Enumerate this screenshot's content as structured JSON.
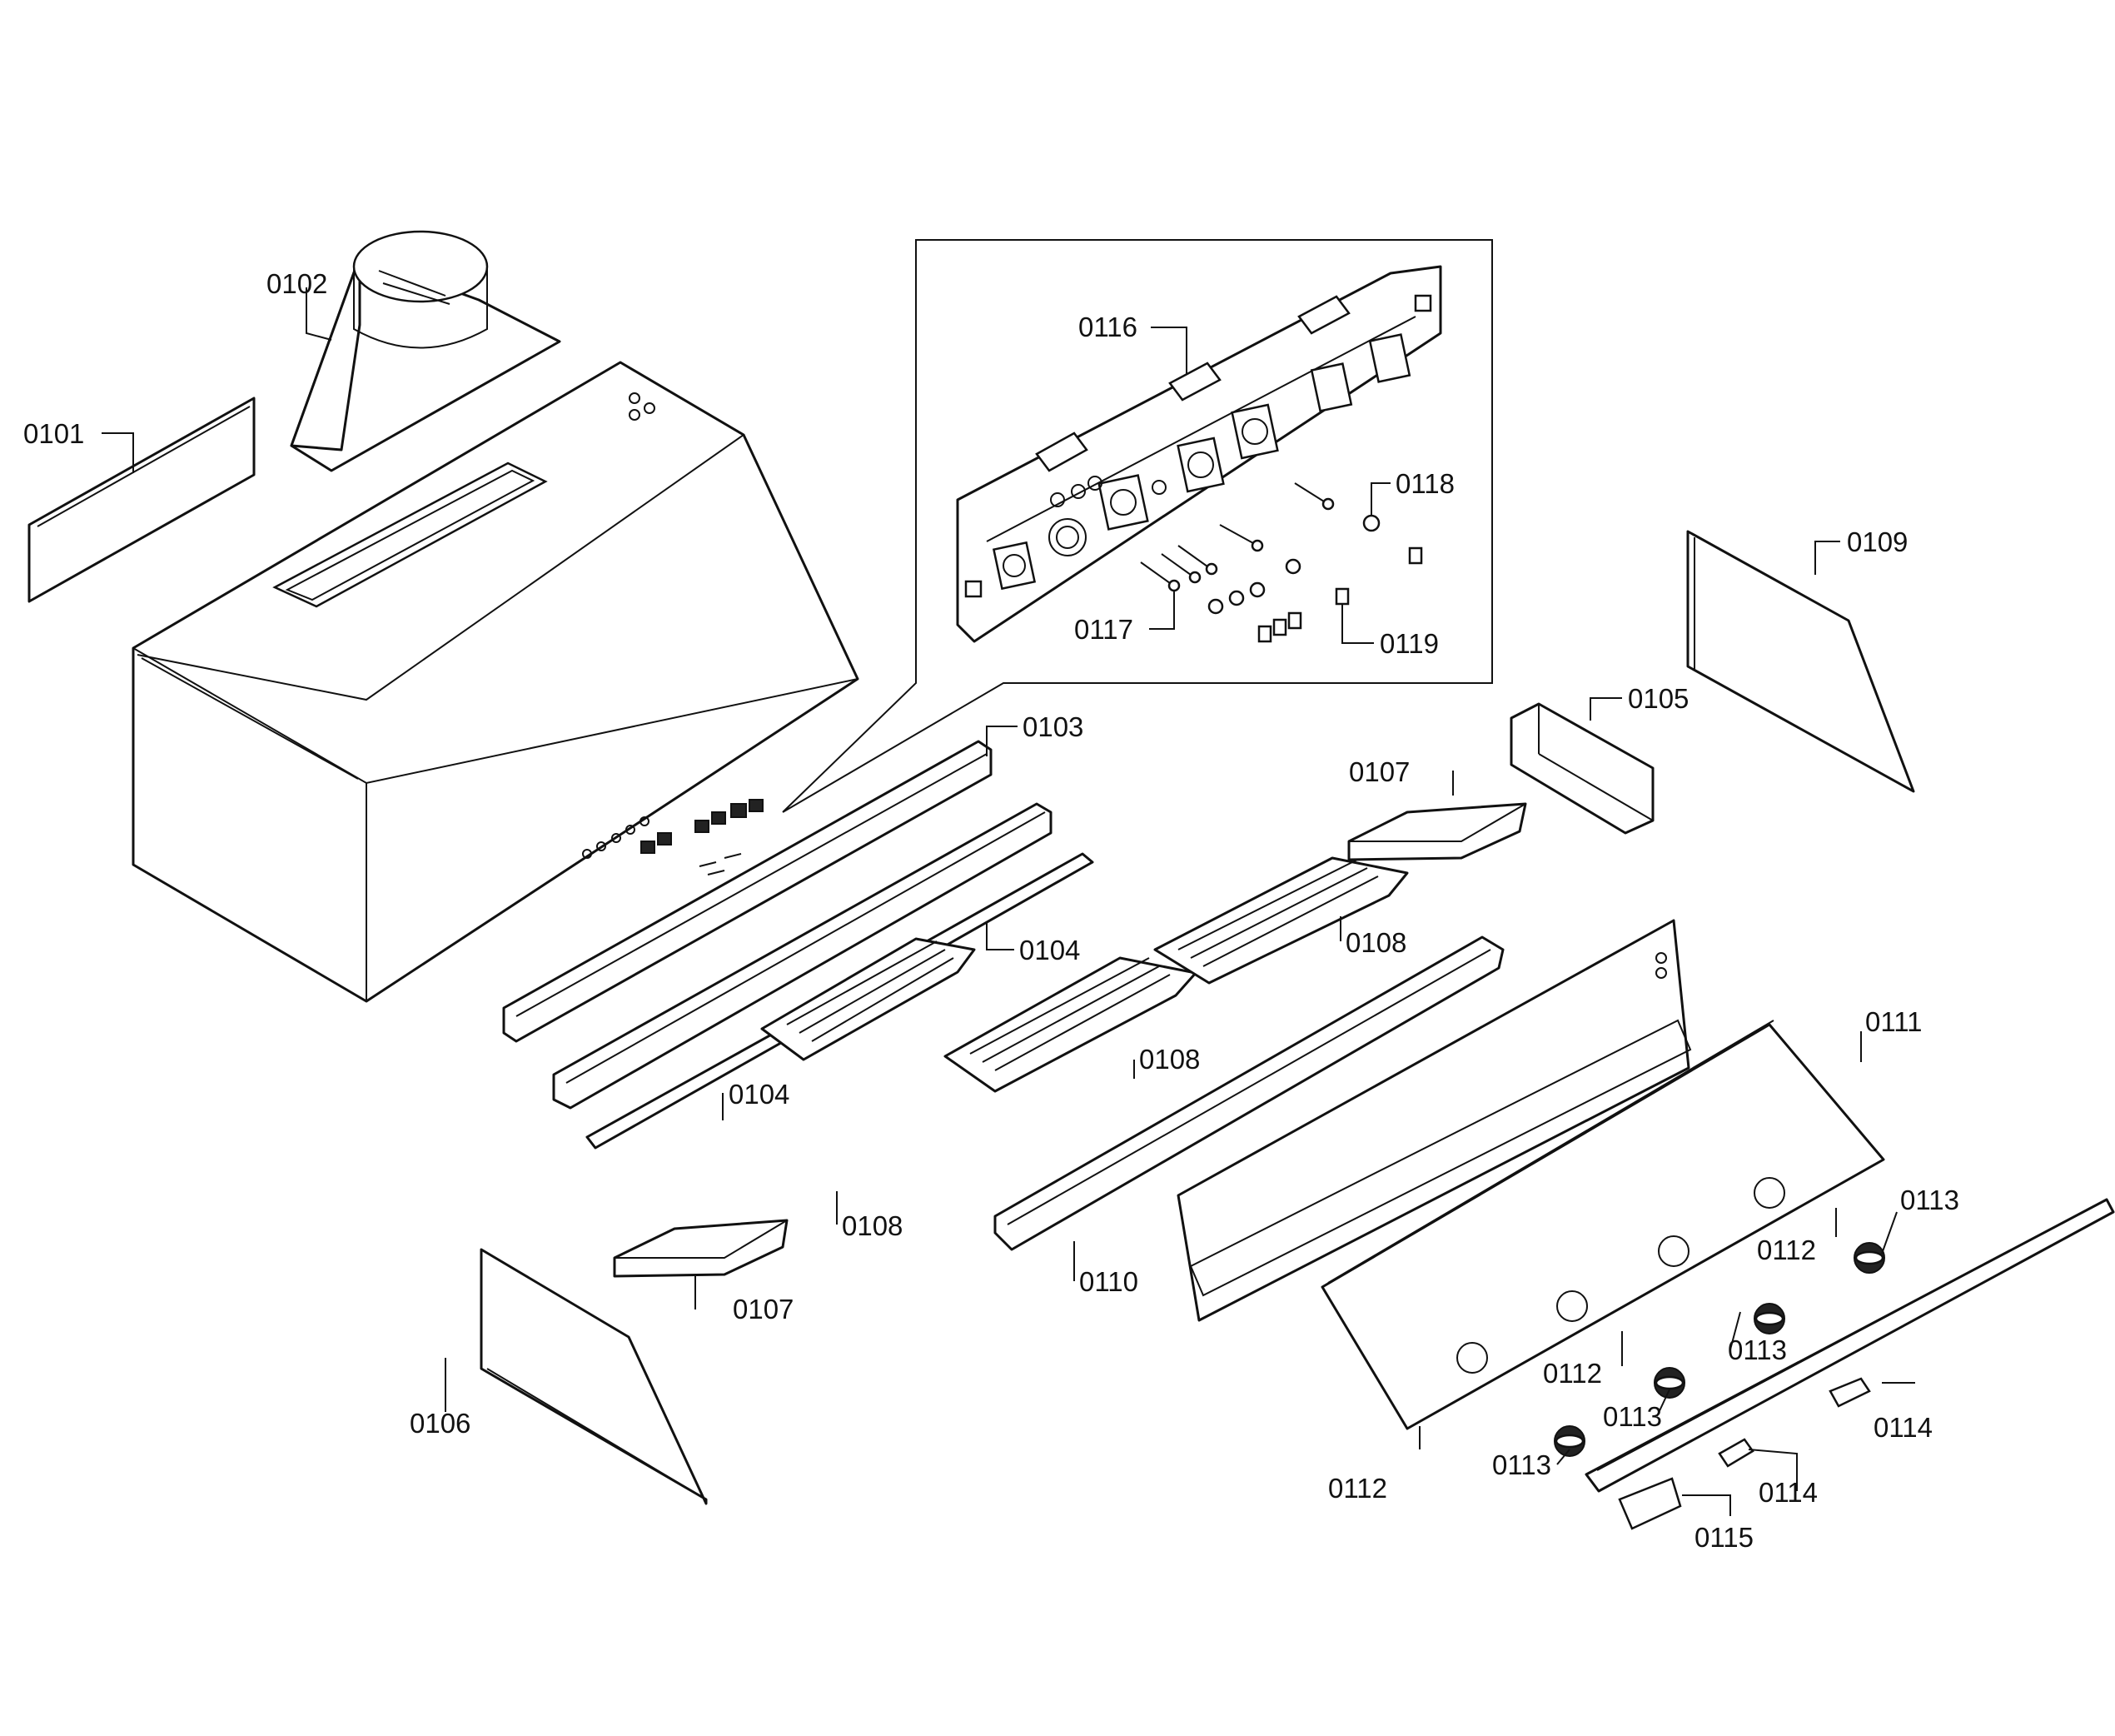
{
  "parts": [
    {
      "id": "p0101",
      "label": "0101"
    },
    {
      "id": "p0102",
      "label": "0102"
    },
    {
      "id": "p0103",
      "label": "0103"
    },
    {
      "id": "p0104a",
      "label": "0104"
    },
    {
      "id": "p0104b",
      "label": "0104"
    },
    {
      "id": "p0105",
      "label": "0105"
    },
    {
      "id": "p0106",
      "label": "0106"
    },
    {
      "id": "p0107a",
      "label": "0107"
    },
    {
      "id": "p0107b",
      "label": "0107"
    },
    {
      "id": "p0108a",
      "label": "0108"
    },
    {
      "id": "p0108b",
      "label": "0108"
    },
    {
      "id": "p0108c",
      "label": "0108"
    },
    {
      "id": "p0109",
      "label": "0109"
    },
    {
      "id": "p0110",
      "label": "0110"
    },
    {
      "id": "p0111",
      "label": "0111"
    },
    {
      "id": "p0112a",
      "label": "0112"
    },
    {
      "id": "p0112b",
      "label": "0112"
    },
    {
      "id": "p0112c",
      "label": "0112"
    },
    {
      "id": "p0113a",
      "label": "0113"
    },
    {
      "id": "p0113b",
      "label": "0113"
    },
    {
      "id": "p0113c",
      "label": "0113"
    },
    {
      "id": "p0113d",
      "label": "0113"
    },
    {
      "id": "p0114a",
      "label": "0114"
    },
    {
      "id": "p0114b",
      "label": "0114"
    },
    {
      "id": "p0115",
      "label": "0115"
    },
    {
      "id": "p0116",
      "label": "0116"
    },
    {
      "id": "p0117",
      "label": "0117"
    },
    {
      "id": "p0118",
      "label": "0118"
    },
    {
      "id": "p0119",
      "label": "0119"
    }
  ]
}
